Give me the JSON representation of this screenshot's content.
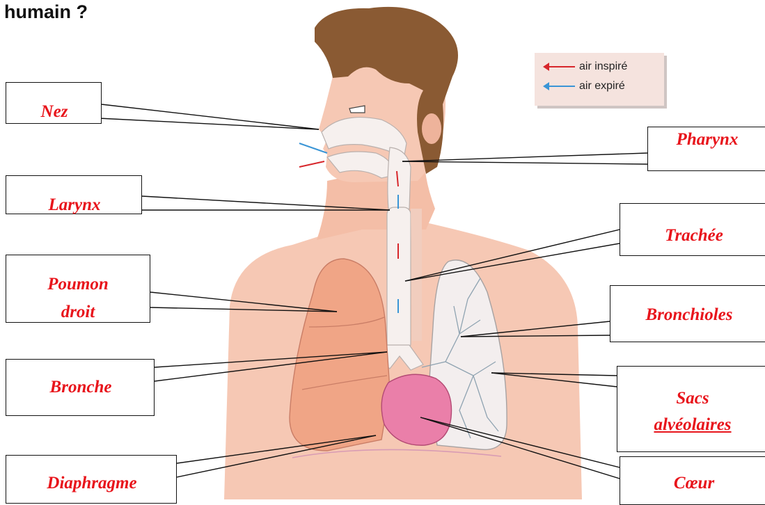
{
  "heading": "humain ?",
  "legend": {
    "inspire": {
      "label": "air inspiré",
      "color": "#d7262b"
    },
    "expire": {
      "label": "air expiré",
      "color": "#3a95d6"
    }
  },
  "labels": {
    "nez": "Nez",
    "larynx": "Larynx",
    "poumon_1": "Poumon",
    "poumon_2": "droit",
    "bronche": "Bronche",
    "diaphragme": "Diaphragme",
    "pharynx": "Pharynx",
    "trachee": "Trachée",
    "bronchioles": "Bronchioles",
    "sacs_1": "Sacs",
    "sacs_2": "alvéolaires",
    "coeur": "Cœur"
  },
  "colors": {
    "label_text": "#e8141b",
    "skin": "#f6c8b4",
    "hair": "#8a5a33",
    "lung": "#f0a586",
    "heart": "#ea7fa9",
    "airway": "#f6f0ee"
  }
}
